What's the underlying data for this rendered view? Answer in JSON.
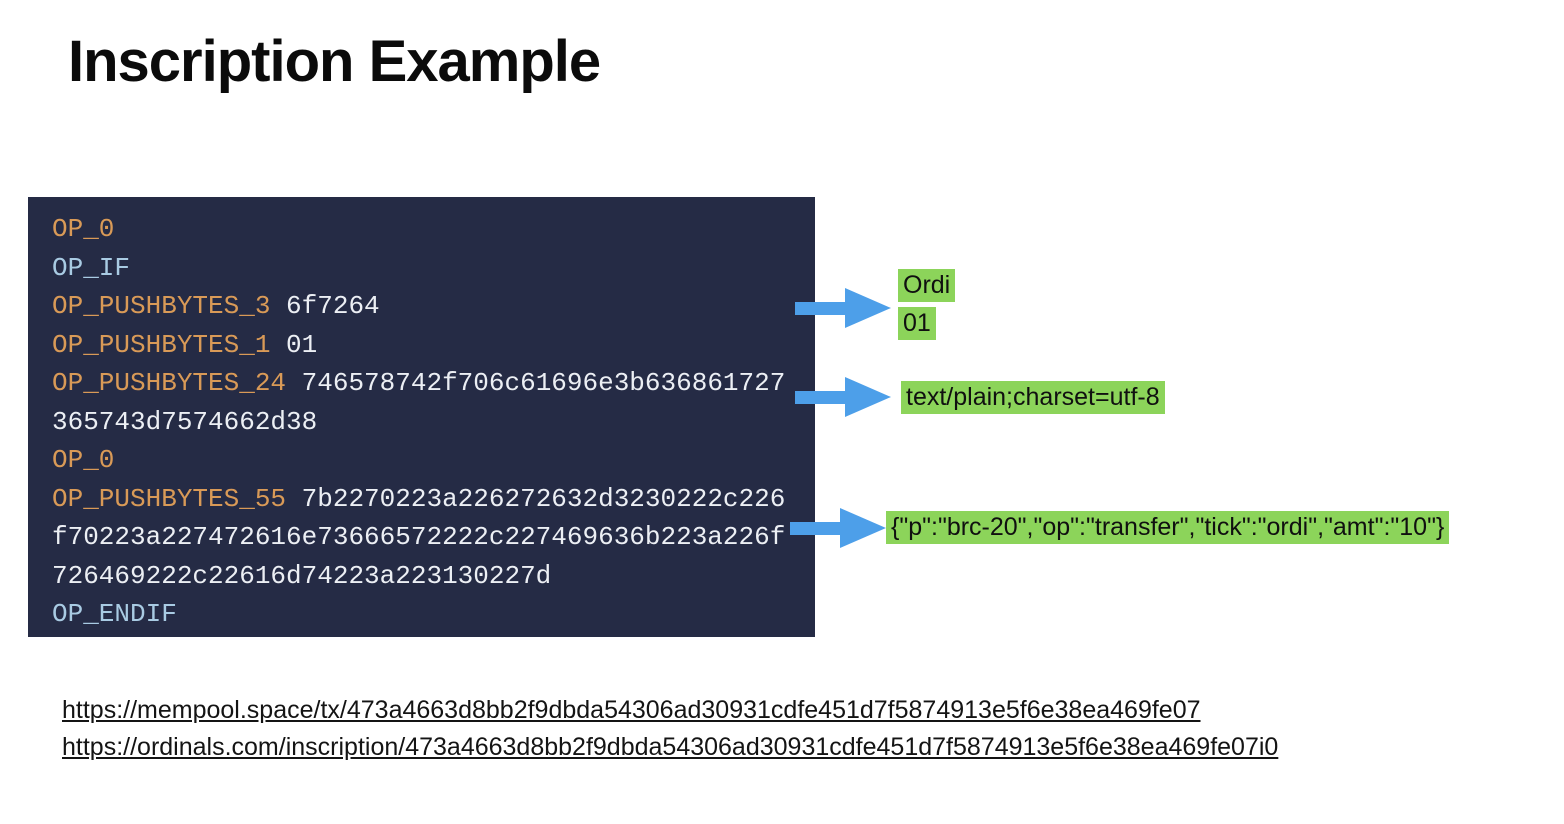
{
  "title": "Inscription Example",
  "code": {
    "lines": [
      {
        "op": "OP_0",
        "op_color": "orange"
      },
      {
        "op": "OP_IF",
        "op_color": "blue"
      },
      {
        "op": "OP_PUSHBYTES_3",
        "op_color": "orange",
        "arg": "6f7264"
      },
      {
        "op": "OP_PUSHBYTES_1",
        "op_color": "orange",
        "arg": "01"
      },
      {
        "op": "OP_PUSHBYTES_24",
        "op_color": "orange",
        "arg": "746578742f706c61696e3b636861727"
      },
      {
        "arg": "365743d7574662d38"
      },
      {
        "op": "OP_0",
        "op_color": "orange"
      },
      {
        "op": "OP_PUSHBYTES_55",
        "op_color": "orange",
        "arg": "7b2270223a226272632d3230222c226"
      },
      {
        "arg": "f70223a227472616e73666572222c227469636b223a226f"
      },
      {
        "arg": "726469222c22616d74223a223130227d"
      },
      {
        "op": "OP_ENDIF",
        "op_color": "blue"
      }
    ]
  },
  "annotations": {
    "ordi": "Ordi",
    "protocol_version": "01",
    "content_type": "text/plain;charset=utf-8",
    "payload": "{\"p\":\"brc-20\",\"op\":\"transfer\",\"tick\":\"ordi\",\"amt\":\"10\"}"
  },
  "links": [
    "https://mempool.space/tx/473a4663d8bb2f9dbda54306ad30931cdfe451d7f5874913e5f6e38ea469fe07",
    "https://ordinals.com/inscription/473a4663d8bb2f9dbda54306ad30931cdfe451d7f5874913e5f6e38ea469fe07i0"
  ],
  "colors": {
    "code_background": "#252b45",
    "opcode_orange": "#d99a57",
    "opcode_blue": "#a9cbe3",
    "hex_white": "#eceff4",
    "arrow_blue": "#4d9fe9",
    "highlight_green": "#8cd45a",
    "text_black": "#0b0b0b"
  }
}
